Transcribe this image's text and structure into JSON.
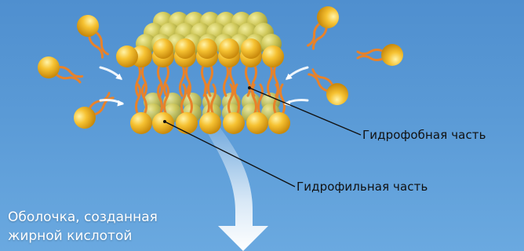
{
  "labels": {
    "hydrophobic": "Гидрофобная часть",
    "hydrophilic": "Гидрофильная часть"
  },
  "caption": {
    "line1": "Оболочка, созданная",
    "line2": "жирной кислотой"
  },
  "colors": {
    "background_top": "#4f8fcf",
    "background_bottom": "#6aa9e0",
    "head": "#f2b01e",
    "head_highlight": "#ffe27a",
    "tail": "#e8822a",
    "arrow": "#ffffff"
  }
}
